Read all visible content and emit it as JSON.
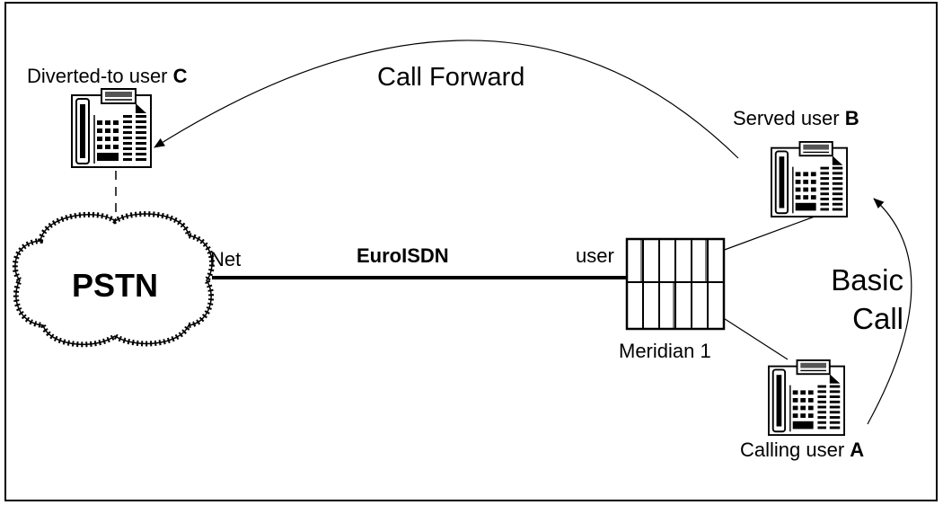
{
  "labels": {
    "diverted_user_prefix": "Diverted-to user ",
    "diverted_user_letter": "C",
    "call_forward": "Call Forward",
    "served_user_prefix": "Served user ",
    "served_user_letter": "B",
    "pstn": "PSTN",
    "net": "Net",
    "link": "EuroISDN",
    "user_side": "user",
    "switch_name": "Meridian 1",
    "basic_call_line1": "Basic",
    "basic_call_line2": "Call",
    "calling_user_prefix": "Calling user ",
    "calling_user_letter": "A"
  },
  "icons": {
    "phone": "telephone-icon",
    "cloud": "cloud-icon",
    "switch": "pbx-cabinet-icon"
  }
}
